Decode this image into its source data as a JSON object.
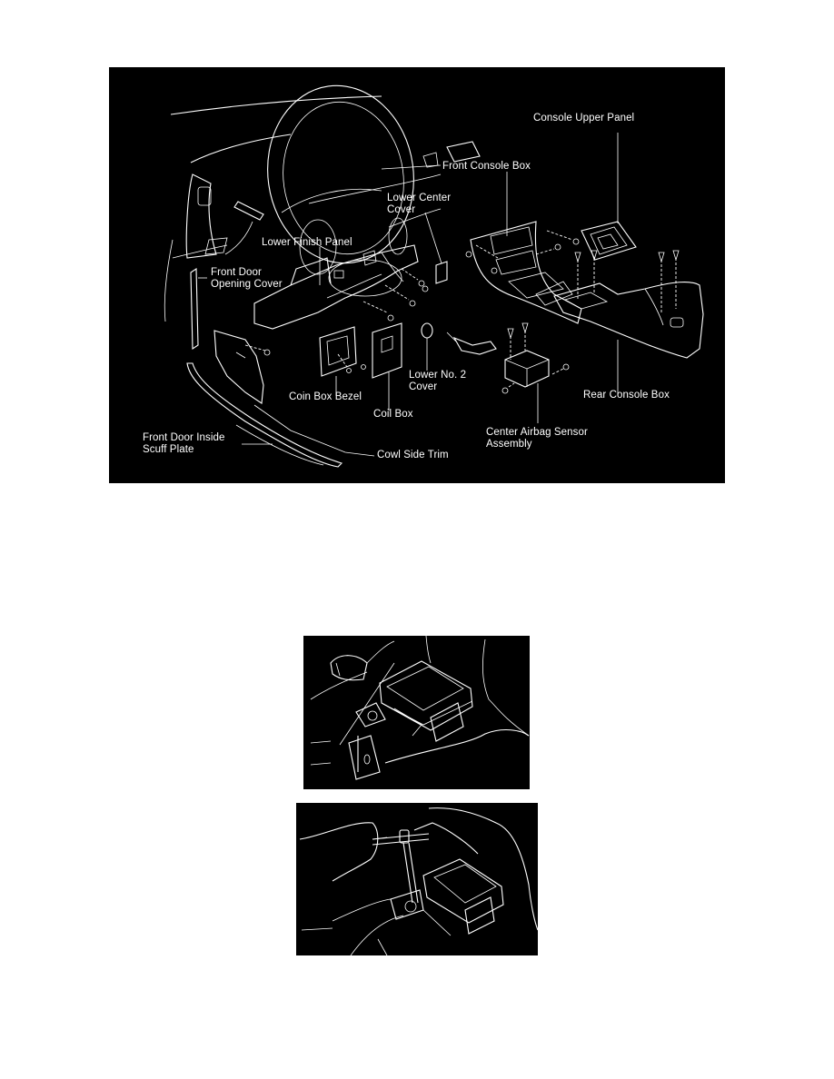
{
  "figures": {
    "main_diagram": {
      "description": "Exploded view of center console and lower dash components",
      "labels": {
        "console_upper_panel": "Console Upper Panel",
        "front_console_box": "Front Console Box",
        "lower_center_cover_1": "Lower Center",
        "lower_center_cover_2": "Cover",
        "lower_finish_panel": "Lower Finish Panel",
        "front_door_opening_cover_1": "Front Door",
        "front_door_opening_cover_2": "Opening Cover",
        "lower_no2_cover_1": "Lower No. 2",
        "lower_no2_cover_2": "Cover",
        "coin_box_bezel": "Coin Box Bezel",
        "coil_box": "Coil Box",
        "rear_console_box": "Rear Console Box",
        "center_airbag_sensor_1": "Center Airbag Sensor",
        "center_airbag_sensor_2": "Assembly",
        "front_door_scuff_plate_1": "Front Door Inside",
        "front_door_scuff_plate_2": "Scuff Plate",
        "cowl_side_trim": "Cowl Side Trim"
      }
    },
    "photo_1": {
      "description": "Center airbag sensor assembly mounted under console"
    },
    "photo_2": {
      "description": "Removing sensor assembly bolts with T-handle wrench"
    }
  },
  "colors": {
    "figure_background": "#000000",
    "line_art": "#ffffff",
    "page_background": "#ffffff"
  }
}
